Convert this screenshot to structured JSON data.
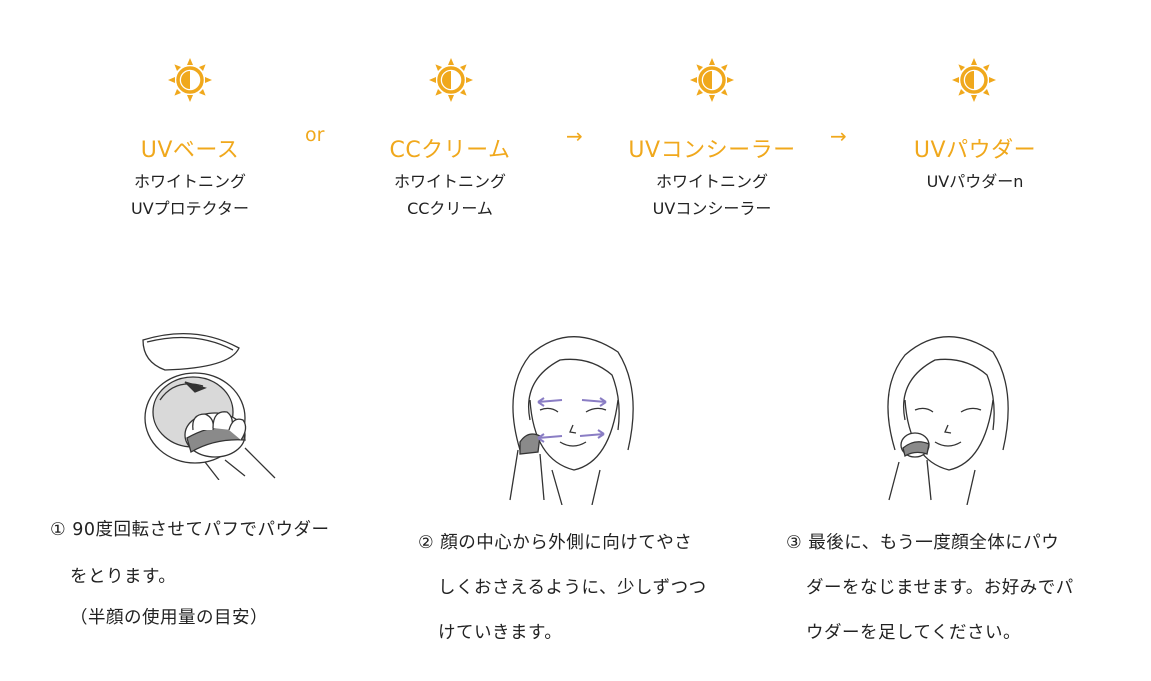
{
  "steps": [
    {
      "title": "UVベース",
      "line1": "ホワイトニング",
      "line2": "UVプロテクター"
    },
    {
      "title": "CCクリーム",
      "line1": "ホワイトニング",
      "line2": "CCクリーム"
    },
    {
      "title": "UVコンシーラー",
      "line1": "ホワイトニング",
      "line2": "UVコンシーラー"
    },
    {
      "title": "UVパウダー",
      "line1": "UVパウダーn",
      "line2": ""
    }
  ],
  "connectors": [
    "or",
    "→",
    "→"
  ],
  "instructions": [
    {
      "l1": "① 90度回転させてパフでパウダー",
      "l2": "をとります。",
      "l3": "（半顔の使用量の目安）"
    },
    {
      "l1": "② 顔の中心から外側に向けてやさ",
      "l2": "しくおさえるように、少しずつつ",
      "l3": "けていきます。"
    },
    {
      "l1": "③ 最後に、もう一度顔全体にパウ",
      "l2": "ダーをなじませます。お好みでパ",
      "l3": "ウダーを足してください。"
    }
  ],
  "icons": {
    "sun": "sun-icon"
  },
  "colors": {
    "accent": "#f0a81c",
    "arrow_purple": "#8a7dc4"
  }
}
